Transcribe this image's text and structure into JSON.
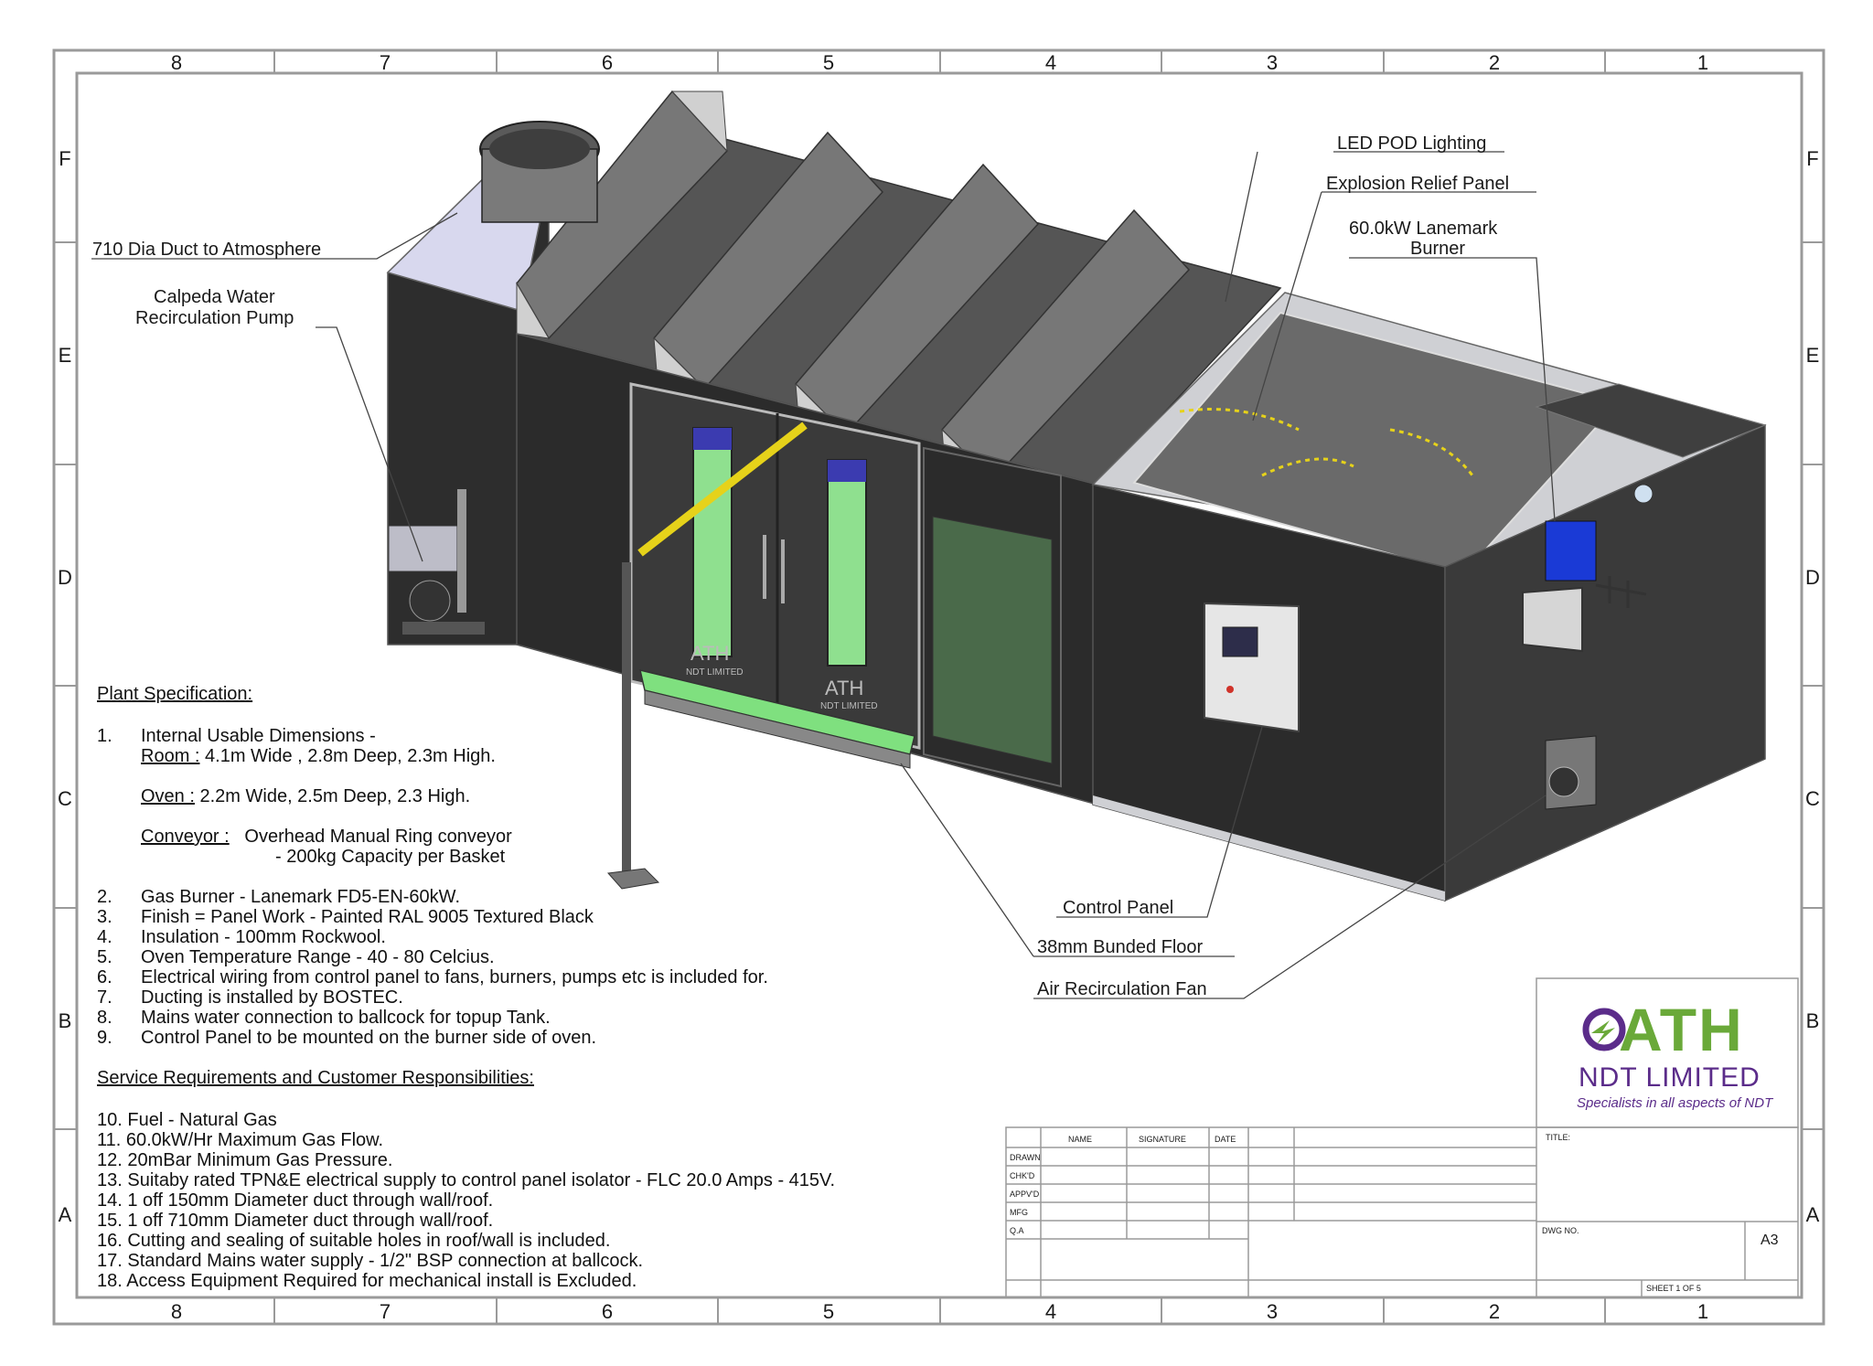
{
  "border": {
    "columns": [
      "8",
      "7",
      "6",
      "5",
      "4",
      "3",
      "2",
      "1"
    ],
    "rows": [
      "F",
      "E",
      "D",
      "C",
      "B",
      "A"
    ]
  },
  "callouts": {
    "duct": "710 Dia Duct to Atmosphere",
    "pump_1": "Calpeda Water",
    "pump_2": "Recirculation Pump",
    "led": "LED POD Lighting",
    "relief": "Explosion Relief Panel",
    "burner_1": "60.0kW Lanemark",
    "burner_2": "Burner",
    "control_panel": "Control Panel",
    "floor": "38mm Bunded Floor",
    "fan": "Air Recirculation Fan"
  },
  "door_branding": "ATH",
  "door_branding_sub": "NDT LIMITED",
  "spec": {
    "heading": "Plant Specification:",
    "item1_num": "1.",
    "item1": "Internal Usable Dimensions -",
    "room_label": "Room :",
    "room_value": "4.1m Wide , 2.8m Deep, 2.3m High.",
    "oven_label": "Oven :",
    "oven_value": "2.2m Wide, 2.5m Deep, 2.3 High.",
    "conveyor_label": "Conveyor :",
    "conveyor_value": "Overhead Manual Ring conveyor",
    "conveyor_value_2": "- 200kg Capacity per Basket",
    "items": [
      {
        "num": "2.",
        "text": "Gas Burner - Lanemark FD5-EN-60kW."
      },
      {
        "num": "3.",
        "text": "Finish = Panel Work - Painted RAL 9005 Textured Black"
      },
      {
        "num": "4.",
        "text": "Insulation - 100mm Rockwool."
      },
      {
        "num": "5.",
        "text": "Oven Temperature Range - 40 - 80 Celcius."
      },
      {
        "num": "6.",
        "text": "Electrical wiring from control panel to fans, burners, pumps etc is included for."
      },
      {
        "num": "7.",
        "text": "Ducting is installed by BOSTEC."
      },
      {
        "num": "8.",
        "text": "Mains water connection to ballcock for topup Tank."
      },
      {
        "num": "9.",
        "text": "Control Panel to be mounted on the burner side of oven."
      }
    ],
    "service_heading": "Service Requirements and Customer Responsibilities:",
    "service_items": [
      "10.  Fuel - Natural Gas",
      "11.  60.0kW/Hr Maximum Gas Flow.",
      "12.  20mBar Minimum Gas Pressure.",
      "13.  Suitaby rated TPN&E electrical supply to control panel isolator - FLC 20.0 Amps - 415V.",
      "14.  1 off 150mm Diameter duct through wall/roof.",
      "15.  1 off 710mm Diameter duct through wall/roof.",
      "16.  Cutting and sealing of suitable holes in roof/wall is included.",
      "17.  Standard Mains water supply - 1/2\" BSP connection at ballcock.",
      "18. Access Equipment Required for mechanical install is Excluded."
    ]
  },
  "logo": {
    "name": "ATH",
    "sub": "NDT LIMITED",
    "tagline": "Specialists in all aspects of NDT",
    "green": "#6aa939",
    "purple": "#5b2c8a"
  },
  "title_block": {
    "col_name": "NAME",
    "col_signature": "SIGNATURE",
    "col_date": "DATE",
    "rows": [
      "DRAWN",
      "CHK'D",
      "APPV'D",
      "MFG",
      "Q.A"
    ],
    "title_label": "TITLE:",
    "dwg_label": "DWG NO.",
    "size": "A3",
    "sheet": "SHEET 1 OF 5"
  },
  "colors": {
    "panel": "#2b2b2b",
    "panel_mid": "#3a3a3a",
    "panel_light": "#8a8a8a",
    "window_green": "#8fe08f",
    "window_blue": "#3b3bb0",
    "floor_green": "#7fe07f",
    "rail_yellow": "#e6d21a",
    "burner_blue": "#1a3ad6",
    "duct_lilac": "#d8d8ee"
  }
}
